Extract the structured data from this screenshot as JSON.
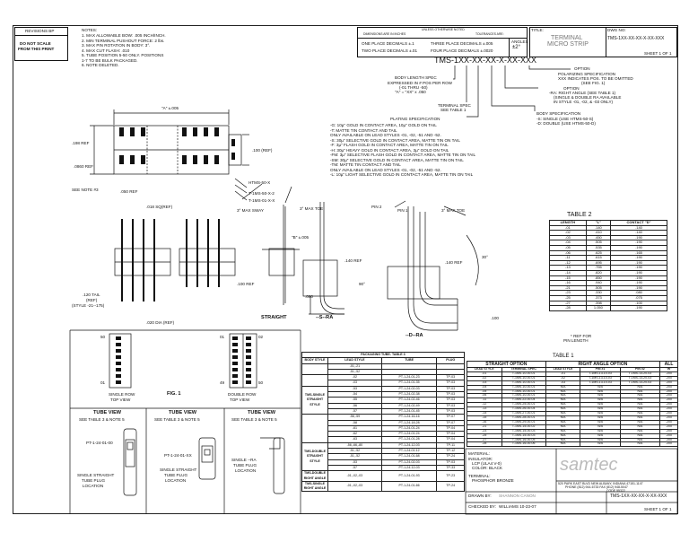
{
  "revisions_label": "REVISIONS BP",
  "do_not_scale": [
    "DO NOT SCALE",
    "FROM THIS PRINT"
  ],
  "notes_title": "NOTES:",
  "notes": [
    "1. MAX ALLOWABLE BOW: .005 INCH/INCH.",
    "2. MIN TERMINAL PUSHOUT FORCE: 2 lbs.",
    "3. MAX PIN ROTATION IN BODY: 3°.",
    "4. MAX CUT FLASH: .010",
    "5. TUBE POSITION 5-50 ONLY. POSITIONS",
    "   1-7 TO BE BULK PACKAGED.",
    "6. NOTE DELETED."
  ],
  "tolerance": {
    "header": "UNLESS OTHERWISE NOTED",
    "dim_in": "DIMENSIONS ARE IN INCHES",
    "tol_are": "TOLERANCES ARE:",
    "one_place": "ONE PLACE DECIMALS ±.1",
    "two_place": "TWO PLACE DECIMALS ±.01",
    "three_place": "THREE PLACE DECIMALS ±.005",
    "four_place": "FOUR PLACE DECIMALS ±.0020",
    "angles": "ANGLES",
    "angles_val": "±2°"
  },
  "title_label": "TITLE:",
  "title": [
    "TERMINAL",
    "MICRO STRIP"
  ],
  "dwg_label": "DWG NO:",
  "dwg_no": "TMS-1XX-XX-XX-X-XX-XXX",
  "sheet": "SHEET 1 OF 1",
  "part_code": "TMS-1XX-XX-XX-X-XX-XXX",
  "spec": {
    "option": "OPTION",
    "polar": "POLARIZING SPECIFICATION",
    "polar2": "XXX INDICATES POS. TO BE OMITTED",
    "polar3": "(SEE FIG. 1)",
    "option2": "OPTION",
    "ra": "-RA: RIGHT ANGLE (SEE TABLE 1)",
    "ra2": "(SINGLE & DOUBLE RA AVAILABLE",
    "ra3": "IN STYLE -01, -02, & -03 ONLY)",
    "body_spec": "BODY SPECIFICATION",
    "body1": "-S: SINGLE (USE HTMS-50-S)",
    "body2": "-D: DOUBLE (USE HTMS-50-D)",
    "body_len": "BODY LENGTH SPEC",
    "body_len2": "EXPRESSED IN # POS PER ROW",
    "body_len3": "(-01 THRU -50)",
    "body_len4": "\"A\" = \"XX\" x .050",
    "term_spec": "TERMINAL SPEC",
    "term_spec2": "SEE TABLE 1",
    "plating": "PLATING SPECIFICATION",
    "plating_lines": [
      "-G: 10µ\" GOLD IN CONTACT AREA, 10µ\" GOLD ON TAIL",
      "-T: MATTE TIN CONTACT AND TAIL",
      "     ONLY AVAILABLE ON LEAD STYLES -01, -02, -51 AND -52.",
      "-S: 30µ\" SELECTIVE GOLD IN CONTACT AREA, MATTE TIN ON TAIL",
      "-F: 3µ\" FLASH GOLD IN CONTACT AREA, MATTE TIN ON TAIL",
      "-H: 30µ\" HEAVY GOLD IN CONTACT AREA, 3µ\" GOLD ON TAIL",
      "-FM: 3µ\" SELECTIVE FLASH GOLD IN CONTACT AREA, MATTE TIN ON TAIL",
      "-SM: 30µ\" SELECTIVE GOLD IN CONTACT AREA, MATTE TIN ON TAIL",
      "-TM: MATTE TIN CONTACT AND TAIL",
      "     ONLY AVAILABLE ON LEAD STYLES -01, -02, -51 AND -52.",
      "-L: 10µ\" LIGHT SELECTIVE GOLD IN CONTACT AREA, MATTE TIN ON TAIL"
    ]
  },
  "dims": {
    "a": "\"A\" ±.005",
    "d198": ".198 REF",
    "d100": ".100 (REF)",
    "d0860": ".0860 REF",
    "d050": ".050 REF",
    "note3": "SEE NOTE #3",
    "htms": "HTMS-50-X",
    "tmsx": "T-1MS-01-X-X",
    "tms2": "T-1MS-50-X-2",
    "sq": ".018 SQ(REF)",
    "max_sway": "3° MAX SWAY",
    "max_toe": "3° MAX TOE",
    "b": "\"B\" ±.005",
    "d140": ".140 REF",
    "d100r": ".100 REF",
    "tail": ".120 TAIL",
    "tail2": "(REF)",
    "tail3": "(STYLE -21--175)",
    "dia": ".020 DIA (REF)",
    "pin2": "PIN 2",
    "pin1": "PIN 1",
    "max_toe2": "3° MAX TOE",
    "d140b": ".140 REF",
    "d30": "30°",
    "d90": "90°",
    "d080": ".080",
    "d100b": ".100",
    "straight": "STRAIGHT",
    "s_ra": "--S--RA",
    "d_ra": "--D--RA"
  },
  "fig1": {
    "label": "FIG. 1",
    "single": "SINGLE ROW",
    "single2": "TOP VIEW",
    "double": "DOUBLE ROW",
    "double2": "TOP VIEW",
    "n50": "50",
    "n01": "01",
    "n01b": "01",
    "n02": "02",
    "n50b": "50",
    "n49": "49"
  },
  "tube_views": [
    {
      "title": "TUBE VIEW",
      "sub": "SEE TABLE 3 & NOTE 5",
      "part": "PT-1-24-01-00",
      "plug": [
        "SINGLE STRAIGHT",
        "TUBE PLUG",
        "LOCATION"
      ]
    },
    {
      "title": "TUBE VIEW",
      "sub": "SEE TABLE 3 & NOTE 5",
      "part": "PT-1-24-01-XX",
      "plug": [
        "SINGLE STRAIGHT",
        "TUBE PLUG",
        "LOCATION"
      ]
    },
    {
      "title": "TUBE VIEW",
      "sub": "SEE TABLE 3 & NOTE 5",
      "part": "",
      "plug": [
        "SINGLE --RA",
        "TUBE PLUG",
        "LOCATION"
      ]
    }
  ],
  "table2": {
    "title": "TABLE 2",
    "headers": [
      "LENGTH",
      "\"L\"",
      "CONTACT \"D\""
    ],
    "rows": [
      [
        "-01",
        ".140",
        ".140"
      ],
      [
        "-02",
        ".410",
        ".140"
      ],
      [
        "-03",
        ".450",
        ".190"
      ],
      [
        "-04",
        ".505",
        ".190"
      ],
      [
        "-05",
        ".535",
        ".190"
      ],
      [
        "-06",
        ".625",
        ".165"
      ],
      [
        "-11",
        ".615",
        ".190"
      ],
      [
        "-12",
        ".695",
        ".190"
      ],
      [
        "-13",
        ".755",
        ".190"
      ],
      [
        "-14",
        ".820",
        ".190"
      ],
      [
        "-15",
        ".850",
        ".190"
      ],
      [
        "-16",
        ".940",
        ".190"
      ],
      [
        "-21",
        ".505",
        ".190"
      ],
      [
        "-23",
        ".330",
        ".080"
      ],
      [
        "-25",
        ".373",
        ".075"
      ],
      [
        "-27",
        ".398",
        ".100"
      ],
      [
        "-28",
        "1.050",
        ".190"
      ]
    ],
    "note": "* REF FOR",
    "note2": "PIN LENGTH"
  },
  "table1": {
    "title": "TABLE 1",
    "h1": [
      "STRAIGHT OPTION",
      "RIGHT ANGLE OPTION",
      "ALL"
    ],
    "h2": [
      "LEAD STYLE",
      "TERMINAL SPEC",
      "LEAD STYLE",
      "PIN #1",
      "PIN #2",
      "\"W\""
    ],
    "rows": [
      [
        "-01",
        "T-1MS-10-00-01",
        "-01",
        "T-1MS-13-10-03",
        "T-1MS-13-20-03",
        ".200"
      ],
      [
        "-02",
        "T-1MS-10-00-01",
        "-02",
        "T-1MS-13-10-03",
        "T-1MS-13-20-03",
        ".200"
      ],
      [
        "-03",
        "T-1MS-10-00-01",
        "-03",
        "T-1MS-13-10-03",
        "T-1MS-13-20-03",
        ".200"
      ],
      [
        "-04",
        "T-1MS-10-00-01",
        "N/A",
        "N/A",
        "N/A",
        ".200"
      ],
      [
        "-05",
        "T-1MS-10-00-01",
        "N/A",
        "N/A",
        "N/A",
        ".200"
      ],
      [
        "-06",
        "T-1MS-10-00-01",
        "N/A",
        "N/A",
        "N/A",
        ".200"
      ],
      [
        "-11",
        "T-1MS-22-00-04",
        "N/A",
        "N/A",
        "N/A",
        ".200"
      ],
      [
        "-12",
        "T-1MS-25-00-01",
        "N/A",
        "N/A",
        "N/A",
        ".200"
      ],
      [
        "-13",
        "T-1MS-26-00-04",
        "N/A",
        "N/A",
        "N/A",
        ".200"
      ],
      [
        "-14",
        "T-1MS-27-00-01",
        "N/A",
        "N/A",
        "N/A",
        ".200"
      ],
      [
        "-15",
        "T-1MS-28-00-01",
        "N/A",
        "N/A",
        "N/A",
        ".200"
      ],
      [
        "-16",
        "T-1MS-29-00-01",
        "N/A",
        "N/A",
        "N/A",
        ".200"
      ],
      [
        "-21",
        "T-1MS-15-00-02",
        "N/A",
        "N/A",
        "N/A",
        ".200"
      ],
      [
        "-23",
        "T-1MS-15-00-03",
        "N/A",
        "N/A",
        "N/A",
        ".200"
      ],
      [
        "-25",
        "T-1MS-15-00-03",
        "N/A",
        "N/A",
        "N/A",
        ".200"
      ],
      [
        "-27",
        "T-1MS-16-00-05",
        "N/A",
        "N/A",
        "N/A",
        ".200"
      ],
      [
        "-28",
        "T-1MS-16-00-06",
        "N/A",
        "N/A",
        "N/A",
        ".200"
      ]
    ]
  },
  "table3": {
    "title": "PACKAGING TUBE- TABLE 3",
    "headers": [
      "BODY STYLE",
      "LEAD STYLE",
      "TUBE",
      "PLUG"
    ],
    "groups": [
      {
        "style": "",
        "rows": [
          [
            "-01,-21",
            "",
            ""
          ],
          [
            "-51,-52",
            "",
            ""
          ]
        ]
      },
      {
        "style": "",
        "rows": [
          [
            "-02",
            "PT-1-24-01-23",
            "TP-03"
          ],
          [
            "-03",
            "PT-1-24-01-35",
            "TP-03"
          ]
        ]
      },
      {
        "style": "TMS-SINGLE STRAIGHT STYLE",
        "rows": [
          [
            "-53",
            "PT-1-24-02-03",
            "TP-03"
          ],
          [
            "-54",
            "PT-1-24-02-38",
            "TP-03"
          ],
          [
            "-55",
            "PT-1-24-02-46",
            "TP-03"
          ],
          [
            "-56",
            "PT-1-24-02-49",
            "TP-03"
          ],
          [
            "-57",
            "PT-1-24-01-45",
            "TP-03"
          ]
        ]
      },
      {
        "style": "",
        "rows": [
          [
            "-56,-59",
            "PT-1-24-16-16",
            "TP-07"
          ],
          [
            "-58",
            "PT-1-24-18-28",
            "TP-07"
          ],
          [
            "-61",
            "PT-1-24-01-24",
            "TP-04"
          ],
          [
            "-62",
            "PT-1-24-01-24",
            "TP-04"
          ],
          [
            "-63",
            "PT-1-24-01-28",
            "TP-04"
          ]
        ]
      },
      {
        "style": "TMS-DOUBLE STRAIGHT STYLE",
        "rows": [
          [
            "-56,-66,-80",
            "PT-1-24-12-03",
            "TP-11"
          ],
          [
            "-51,-52",
            "PT-1-24-01-12",
            "TP-12"
          ],
          [
            "-51,-52",
            "PT-1-24-01-68",
            "TP-24"
          ],
          [
            "-53",
            "PT-1-24-02-03",
            "TP-03"
          ],
          [
            "-57",
            "PT-1-24-12-03",
            "TP-33"
          ]
        ]
      },
      {
        "style": "TMS-DOUBLE RIGHT ANGLE",
        "rows": [
          [
            "-01,-02,-03",
            "PT-1-24-01-93",
            "TP-23"
          ]
        ]
      },
      {
        "style": "TMS-SINGLE RIGHT ANGLE",
        "rows": [
          [
            "-01,-02,-03",
            "PT-1-24-01-66",
            "TP-24"
          ]
        ]
      }
    ]
  },
  "material": {
    "label": "MATERIAL:",
    "insulator": "INSULATOR:",
    "lcp": "LCP (ULA4 V-0)",
    "color": "COLOR: BLACK",
    "terminal": "TERMINAL:",
    "bronze": "PHOSPHOR BRONZE"
  },
  "company": {
    "name": "samtec",
    "addr1": "520 PARK EAST BLVD  NEW ALBANY, INDIANA 47151-1147",
    "addr2": "PHONE (812) 944-6733   FAX (812) 948-5047",
    "addr3": "CODE 55322",
    "code": "TMS-1XX-XX-XX-X-XX-XXX",
    "sheet": "SHEET 1 OF 1"
  },
  "drawn": {
    "label": "DRAWN BY:",
    "by": "SHANNON CANON",
    "label2": "CHECKED BY:",
    "by2": "WILLIAMS  10-23-07"
  }
}
